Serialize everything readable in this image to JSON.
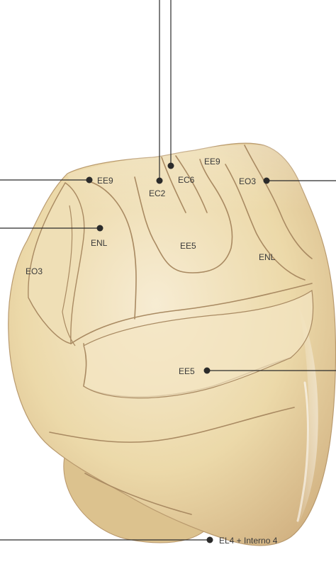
{
  "diagram": {
    "labels": {
      "ee9_top": "EE9",
      "ec6": "EC6",
      "ec2": "EC2",
      "ee9_left": "EE9",
      "eo3_right": "EO3",
      "enl_left": "ENL",
      "enl_right": "ENL",
      "ee5_top": "EE5",
      "eo3_left": "EO3",
      "ee5_center": "EE5",
      "el4": "EL4 + Interno 4"
    },
    "colors": {
      "tooth_base": "#ecd9a9",
      "tooth_light": "#f6ead0",
      "tooth_shadow": "#caa978",
      "segment_line": "#a98a62",
      "leader": "#2b2b2b",
      "label_text": "#3a3a3a"
    }
  }
}
